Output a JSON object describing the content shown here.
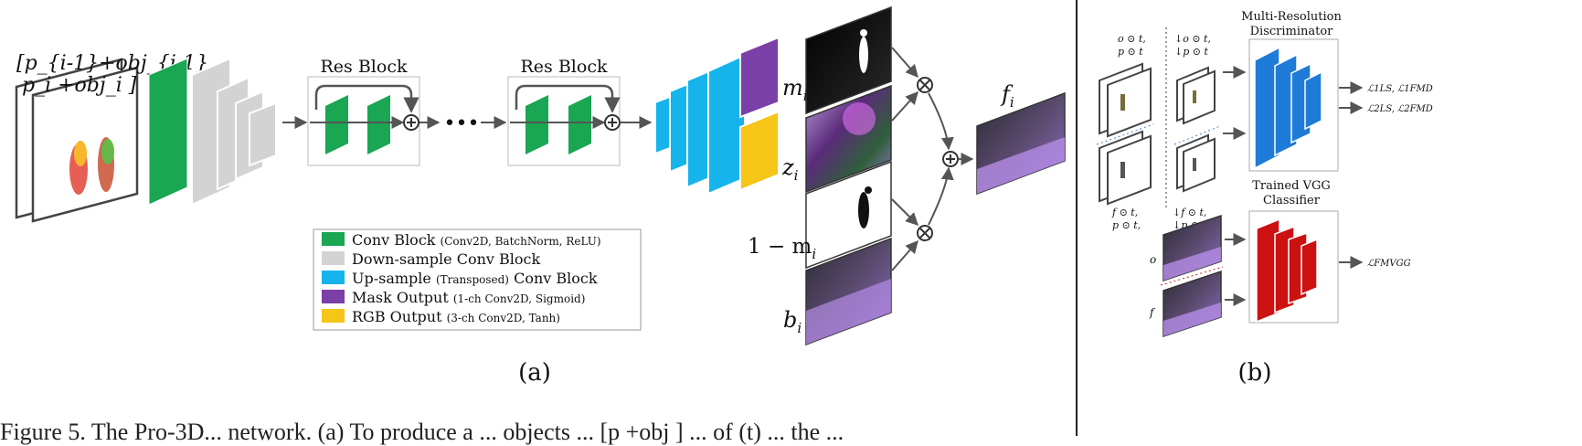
{
  "panel_a": {
    "input_top": "[p",
    "input_line1": "[p_{i-1}+obj_{i-1},",
    "input_line2": "p_i +obj_i ]",
    "res_block_1": "Res Block",
    "res_block_2": "Res Block",
    "ellipsis": "•••",
    "labels": {
      "m": "m",
      "m_sub": "i",
      "z": "z",
      "z_sub": "i",
      "one_minus_m": "1 − m",
      "one_minus_m_sub": "i",
      "b": "b",
      "b_sub": "i",
      "f": "f",
      "f_sub": "i"
    },
    "panel_label": "(a)"
  },
  "legend": [
    {
      "color": "#1aa652",
      "main": "Conv Block",
      "detail": "(Conv2D, BatchNorm, ReLU)"
    },
    {
      "color": "#d3d3d3",
      "main": "Down-sample Conv Block",
      "detail": ""
    },
    {
      "color": "#15b4ec",
      "main": "Up-sample",
      "detail": "(Transposed)",
      "main2": "Conv Block"
    },
    {
      "color": "#7b3fa8",
      "main": "Mask Output",
      "detail": "(1-ch Conv2D, Sigmoid)"
    },
    {
      "color": "#f5c518",
      "main": "RGB Output",
      "detail": "(3-ch Conv2D, Tanh)"
    }
  ],
  "panel_b": {
    "top_left_l1": "o ⊙ t,",
    "top_left_l2": "p ⊙ t",
    "top_mid_l1": "↓o ⊙ t,",
    "top_mid_l2": "↓p ⊙ t",
    "bot_left_l1": "f ⊙ t,",
    "bot_left_l2": "p ⊙ t,",
    "bot_mid_l1": "↓f ⊙ t,",
    "bot_mid_l2": "↓p ⊙ t,",
    "disc_title_l1": "Multi-Resolution",
    "disc_title_l2": "Discriminator",
    "loss_1": "ℒ1LS, ℒ1FMD",
    "loss_2": "ℒ2LS, ℒ2FMD",
    "vgg_title_l1": "Trained VGG",
    "vgg_title_l2": "Classifier",
    "vgg_o": "o",
    "vgg_f": "f",
    "loss_vgg": "ℒFMVGG",
    "panel_label": "(b)"
  },
  "caption": "Figure 5. The Pro-3D... network. (a) To produce a ... objects ... [p  +obj   ] ... of (t) ... the ..."
}
